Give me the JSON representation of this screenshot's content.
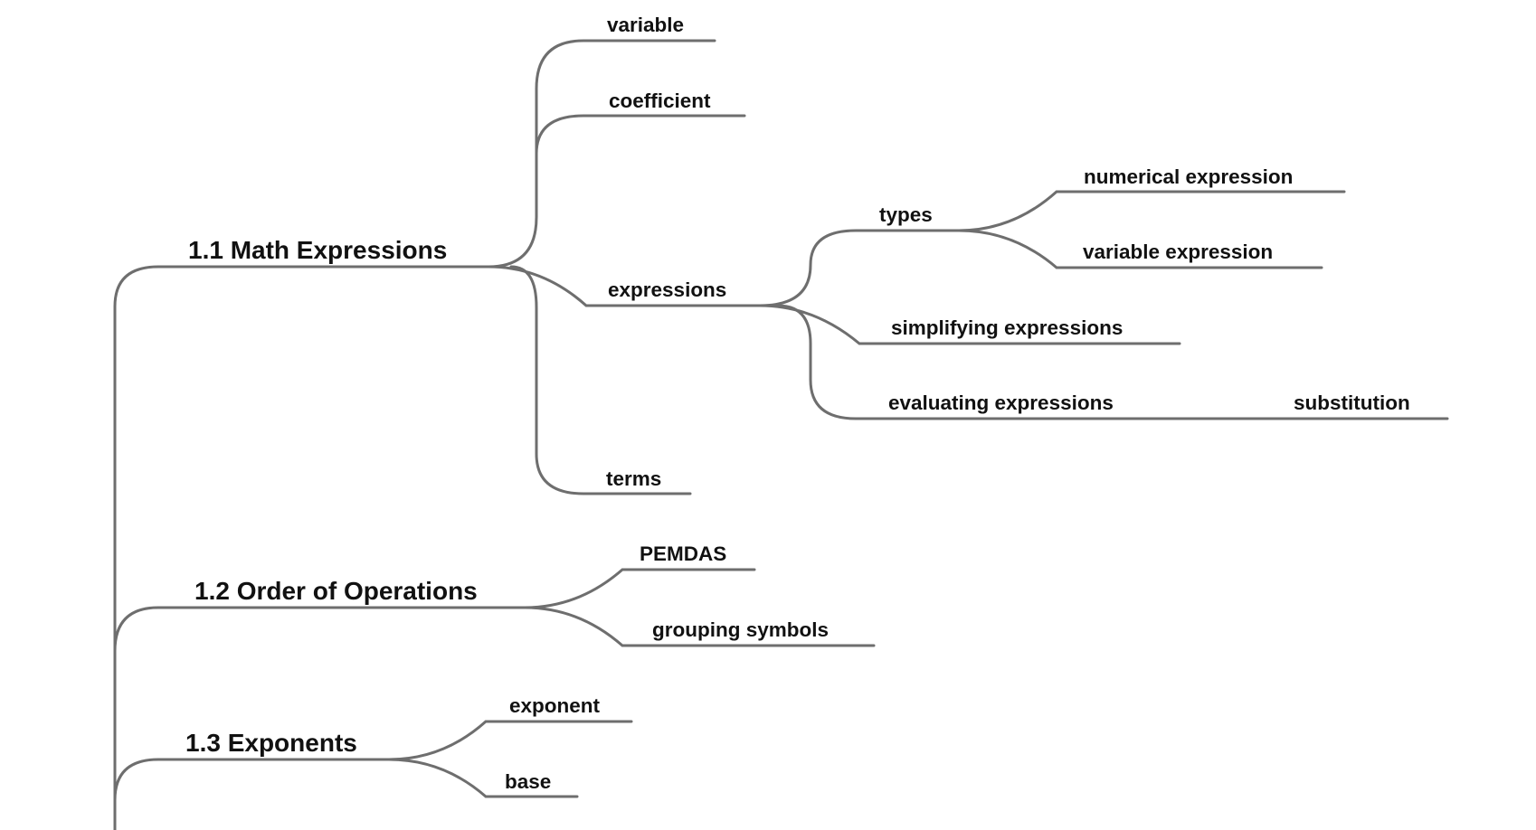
{
  "mindmap": {
    "topics": [
      {
        "label": "1.1 Math Expressions",
        "children": [
          {
            "label": "variable"
          },
          {
            "label": "coefficient"
          },
          {
            "label": "expressions",
            "children": [
              {
                "label": "types",
                "children": [
                  {
                    "label": "numerical expression"
                  },
                  {
                    "label": "variable expression"
                  }
                ]
              },
              {
                "label": "simplifying expressions"
              },
              {
                "label": "evaluating expressions",
                "children": [
                  {
                    "label": "substitution"
                  }
                ]
              }
            ]
          },
          {
            "label": "terms"
          }
        ]
      },
      {
        "label": "1.2 Order of Operations",
        "children": [
          {
            "label": "PEMDAS"
          },
          {
            "label": "grouping symbols"
          }
        ]
      },
      {
        "label": "1.3 Exponents",
        "children": [
          {
            "label": "exponent"
          },
          {
            "label": "base"
          }
        ]
      }
    ]
  },
  "colors": {
    "branch": "#6e6e6e",
    "text": "#111111",
    "background": "#ffffff"
  }
}
